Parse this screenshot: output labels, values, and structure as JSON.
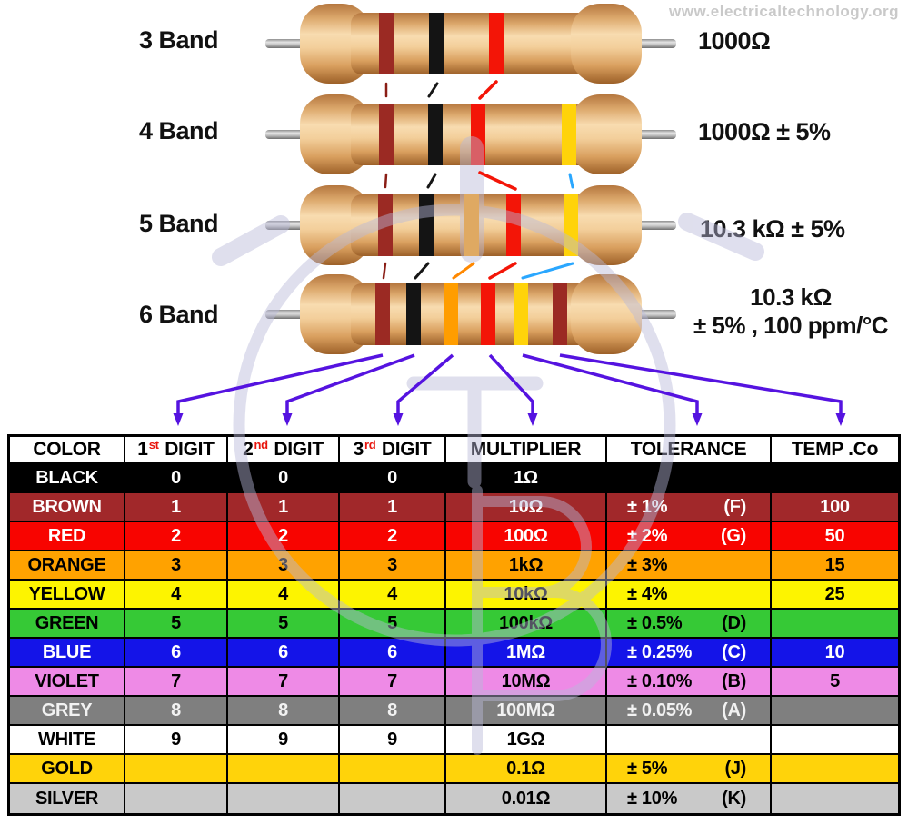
{
  "watermark": "www.electricaltechnology.org",
  "colors": {
    "arrow": "#5513e0",
    "connector_brown": "#8a1d15",
    "connector_black": "#161616",
    "connector_red": "#f31507",
    "connector_orange": "#ff8800",
    "connector_blue": "#2aa7ff",
    "watermark_logo": "#b9b9d9",
    "header_superscript": "#e8140c",
    "resistor_body": "#f3cf9b",
    "lead_wire": "#a8a8a8"
  },
  "band_colors": {
    "brown": "#9b2a23",
    "black": "#141414",
    "red": "#f31507",
    "orange": "#ff9d00",
    "gold": "#ffd30a"
  },
  "resistors": [
    {
      "label": "3 Band",
      "value": "1000Ω",
      "bands": [
        "brown",
        "black",
        "red"
      ]
    },
    {
      "label": "4 Band",
      "value": "1000Ω ± 5%",
      "bands": [
        "brown",
        "black",
        "red",
        "gold"
      ]
    },
    {
      "label": "5 Band",
      "value": "10.3 kΩ ± 5%",
      "bands": [
        "brown",
        "black",
        "orange",
        "red",
        "gold"
      ]
    },
    {
      "label": "6 Band",
      "value_line1": "10.3 kΩ",
      "value_line2": "± 5% , 100 ppm/°C",
      "bands": [
        "brown",
        "black",
        "orange",
        "red",
        "gold",
        "brown"
      ]
    }
  ],
  "table": {
    "headers": [
      {
        "pre": "COLOR",
        "sup": "",
        "post": ""
      },
      {
        "pre": "1",
        "sup": "st",
        "post": " DIGIT"
      },
      {
        "pre": "2",
        "sup": "nd",
        "post": " DIGIT"
      },
      {
        "pre": "3",
        "sup": "rd",
        "post": " DIGIT"
      },
      {
        "pre": "MULTIPLIER",
        "sup": "",
        "post": ""
      },
      {
        "pre": "TOLERANCE",
        "sup": "",
        "post": ""
      },
      {
        "pre": "TEMP .Co",
        "sup": "",
        "post": ""
      }
    ],
    "rows": [
      {
        "name": "BLACK",
        "bg": "#000000",
        "fg": "#ffffff",
        "d1": "0",
        "d2": "0",
        "d3": "0",
        "mult": "1Ω",
        "tol": "",
        "letter": "",
        "temp": ""
      },
      {
        "name": "BROWN",
        "bg": "#a1282a",
        "fg": "#ffffff",
        "d1": "1",
        "d2": "1",
        "d3": "1",
        "mult": "10Ω",
        "tol": "± 1%",
        "letter": "(F)",
        "temp": "100"
      },
      {
        "name": "RED",
        "bg": "#f80400",
        "fg": "#ffffff",
        "d1": "2",
        "d2": "2",
        "d3": "2",
        "mult": "100Ω",
        "tol": "± 2%",
        "letter": "(G)",
        "temp": "50"
      },
      {
        "name": "ORANGE",
        "bg": "#ffa200",
        "fg": "#000000",
        "d1": "3",
        "d2": "3",
        "d3": "3",
        "mult": "1kΩ",
        "tol": "± 3%",
        "letter": "",
        "temp": "15"
      },
      {
        "name": "YELLOW",
        "bg": "#fdf400",
        "fg": "#000000",
        "d1": "4",
        "d2": "4",
        "d3": "4",
        "mult": "10kΩ",
        "tol": "± 4%",
        "letter": "",
        "temp": "25"
      },
      {
        "name": "GREEN",
        "bg": "#36c936",
        "fg": "#000000",
        "d1": "5",
        "d2": "5",
        "d3": "5",
        "mult": "100kΩ",
        "tol": "± 0.5%",
        "letter": "(D)",
        "temp": ""
      },
      {
        "name": "BLUE",
        "bg": "#1414e8",
        "fg": "#ffffff",
        "d1": "6",
        "d2": "6",
        "d3": "6",
        "mult": "1MΩ",
        "tol": "± 0.25%",
        "letter": "(C)",
        "temp": "10"
      },
      {
        "name": "VIOLET",
        "bg": "#ee8ae6",
        "fg": "#000000",
        "d1": "7",
        "d2": "7",
        "d3": "7",
        "mult": "10MΩ",
        "tol": "± 0.10%",
        "letter": "(B)",
        "temp": "5"
      },
      {
        "name": "GREY",
        "bg": "#7f7f7f",
        "fg": "#f2f2f2",
        "d1": "8",
        "d2": "8",
        "d3": "8",
        "mult": "100MΩ",
        "tol": "± 0.05%",
        "letter": "(A)",
        "temp": ""
      },
      {
        "name": "WHITE",
        "bg": "#ffffff",
        "fg": "#000000",
        "d1": "9",
        "d2": "9",
        "d3": "9",
        "mult": "1GΩ",
        "tol": "",
        "letter": "",
        "temp": ""
      },
      {
        "name": "GOLD",
        "bg": "#ffd30a",
        "fg": "#000000",
        "d1": "",
        "d2": "",
        "d3": "",
        "mult": "0.1Ω",
        "tol": "± 5%",
        "letter": "(J)",
        "temp": ""
      },
      {
        "name": "SILVER",
        "bg": "#c9c9c9",
        "fg": "#000000",
        "d1": "",
        "d2": "",
        "d3": "",
        "mult": "0.01Ω",
        "tol": "± 10%",
        "letter": "(K)",
        "temp": ""
      }
    ]
  }
}
